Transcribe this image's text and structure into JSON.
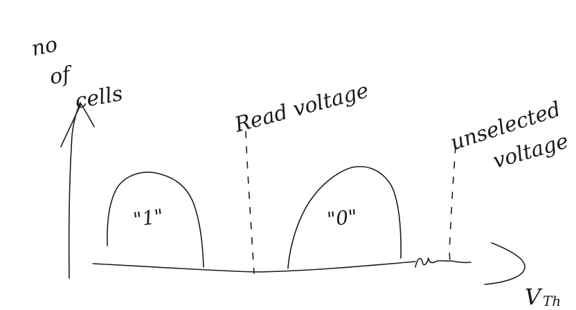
{
  "labels": {
    "y_axis_line1": "no",
    "y_axis_line2": "of",
    "y_axis_line3": "cells",
    "x_axis": "V",
    "x_axis_subscript": "Th",
    "read_voltage": "Read voltage",
    "unselected_line1": "unselected",
    "unselected_line2": "voltage",
    "state_one": "\"1\"",
    "state_zero": "\"0\""
  }
}
